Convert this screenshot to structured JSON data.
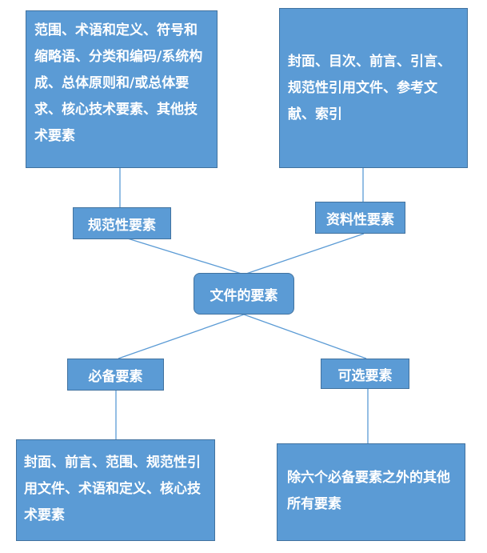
{
  "diagram": {
    "center": "文件的要素",
    "categories": {
      "normative": "规范性要素",
      "informative": "资料性要素",
      "mandatory": "必备要素",
      "optional": "可选要素"
    },
    "details": {
      "normative": "范围、术语和定义、符号和缩略语、分类和编码/系统构成、总体原则和/或总体要求、核心技术要素、其他技术要素",
      "informative": "封面、目次、前言、引言、规范性引用文件、参考文献、索引",
      "mandatory": "封面、前言、范围、规范性引用文件、术语和定义、核心技术要素",
      "optional": "除六个必备要素之外的其他所有要素"
    }
  },
  "colors": {
    "box_fill": "#5b9bd5",
    "box_border": "#41729f",
    "text": "#ffffff",
    "connector": "#5b9bd5"
  }
}
